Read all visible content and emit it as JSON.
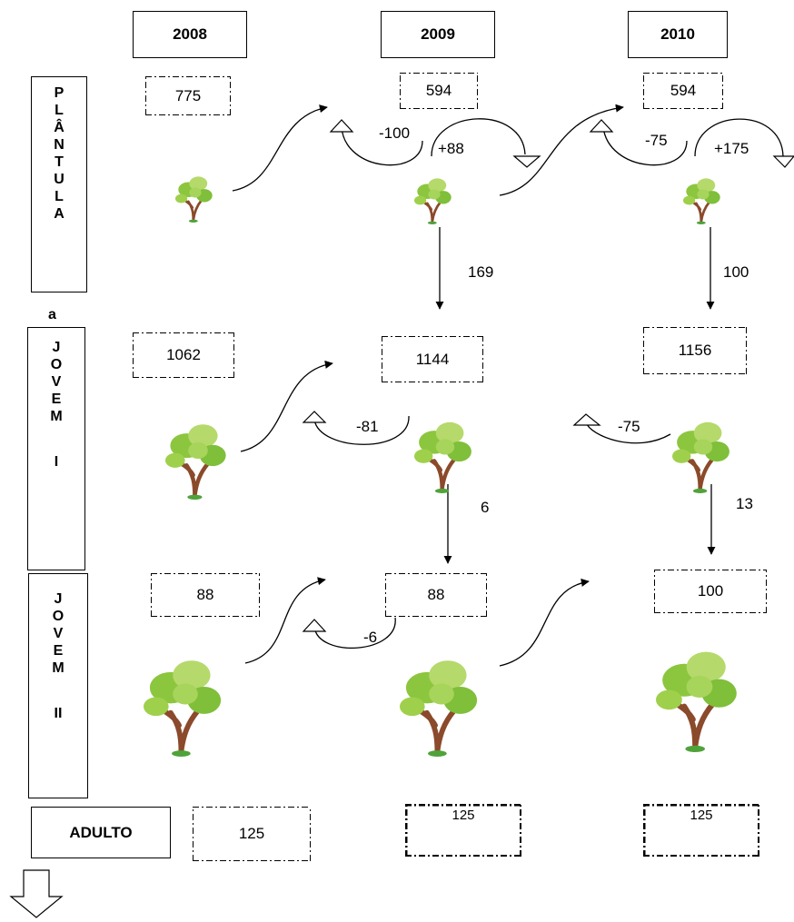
{
  "years": [
    "2008",
    "2009",
    "2010"
  ],
  "stages": {
    "plantula": [
      "P",
      "L",
      "Â",
      "N",
      "T",
      "U",
      "L",
      "A"
    ],
    "connector": "a",
    "jovem1": [
      "J",
      "O",
      "V",
      "E",
      "M",
      "",
      "I"
    ],
    "jovem2": [
      "J",
      "O",
      "V",
      "E",
      "M",
      "",
      "II"
    ],
    "adulto": "ADULTO"
  },
  "values": {
    "plantula": [
      "775",
      "594",
      "594"
    ],
    "jovem1": [
      "1062",
      "1144",
      "1156"
    ],
    "jovem2": [
      "88",
      "88",
      "100"
    ],
    "adulto": [
      "125",
      "125",
      "125"
    ]
  },
  "flows": {
    "p_loss_2009": "-100",
    "p_gain_2009": "+88",
    "p_loss_2010": "-75",
    "p_gain_2010": "+175",
    "p_to_j1_2009": "169",
    "p_to_j1_2010": "100",
    "j1_loss_2009": "-81",
    "j1_loss_2010": "-75",
    "j1_to_j2_2009": "6",
    "j1_to_j2_2010": "13",
    "j2_loss_2009": "-6"
  },
  "icons": [
    "tree-icon",
    "arrow-icon",
    "hollow-arrow-down-icon"
  ]
}
